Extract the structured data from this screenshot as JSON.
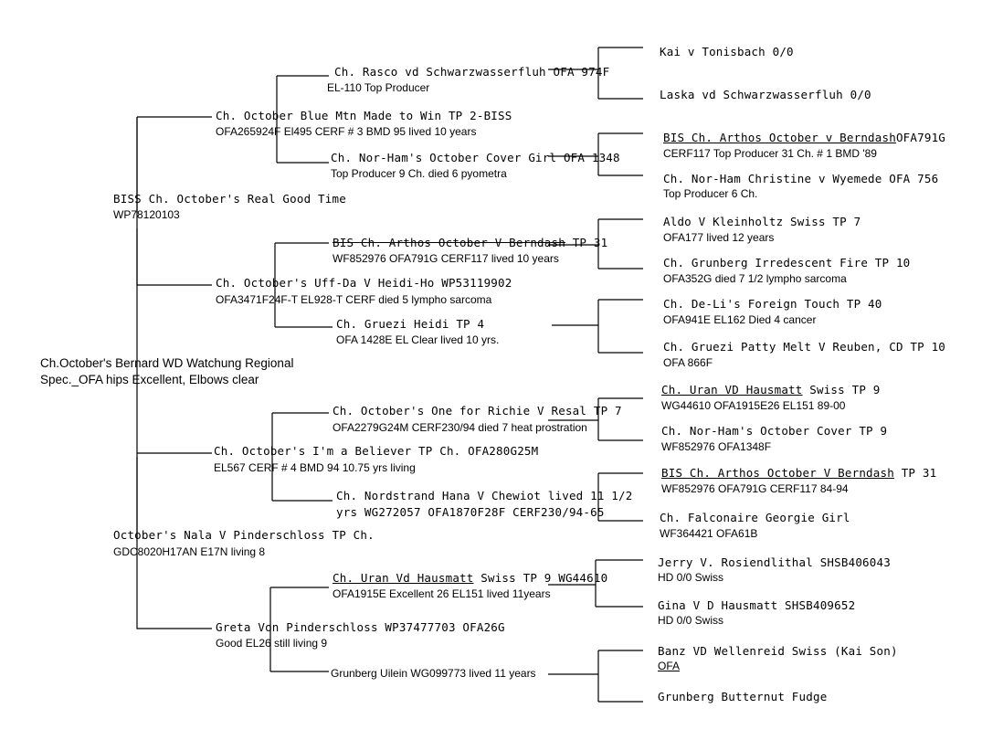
{
  "subject": {
    "name": "Ch.October's Bernard WD Watchung Regional",
    "detail": "Spec._OFA hips Excellent, Elbows clear"
  },
  "sire": {
    "name": "BISS Ch. October's Real Good Time",
    "detail": "WP78120103",
    "sire": {
      "name": "Ch. October Blue Mtn Made to Win TP 2-BISS",
      "detail": "OFA265924F El495 CERF # 3 BMD 95 lived 10 years",
      "sire": {
        "name": "Ch. Rasco vd Schwarzwasserfluh OFA 974F",
        "detail": "EL-110 Top Producer",
        "sire": {
          "name": "Kai v Tonisbach 0/0"
        },
        "dam": {
          "name": "Laska vd Schwarzwasserfluh 0/0"
        }
      },
      "dam": {
        "name": "Ch. Nor-Ham's October Cover Girl OFA 1348",
        "detail": "Top Producer 9 Ch. died 6 pyometra",
        "sire": {
          "name_underlined": "BIS Ch. Arthos October v Berndash",
          "name_rest": "OFA791G",
          "detail": "CERF117 Top Producer 31 Ch. # 1 BMD '89"
        },
        "dam": {
          "name": "Ch. Nor-Ham Christine v Wyemede OFA 756",
          "detail": "Top Producer 6 Ch."
        }
      }
    },
    "dam": {
      "name": "Ch. October's Uff-Da V Heidi-Ho WP53119902",
      "detail": "OFA3471F24F-T EL928-T CERF died 5 lympho sarcoma",
      "sire": {
        "name_underlined": "BIS Ch. Arthos October V Berndash",
        "name_rest": "TP 31",
        "detail": "WF852976 OFA791G CERF117 lived 10 years",
        "sire": {
          "name": "Aldo V Kleinholtz Swiss TP 7",
          "detail": "OFA177 lived 12 years"
        },
        "dam": {
          "name": "Ch. Grunberg Irredescent Fire TP 10",
          "detail": "OFA352G died 7 1/2 lympho sarcoma"
        }
      },
      "dam": {
        "name": "Ch. Gruezi Heidi TP 4",
        "detail": "OFA 1428E EL Clear lived 10 yrs.",
        "sire": {
          "name": "Ch. De-Li's Foreign Touch TP 40",
          "detail": "OFA941E EL162 Died 4 cancer"
        },
        "dam": {
          "name": "Ch. Gruezi Patty Melt V Reuben, CD TP 10",
          "detail": "OFA 866F"
        }
      }
    }
  },
  "dam": {
    "name": "October's Nala V Pinderschloss TP Ch.",
    "detail": "GDC8020H17AN E17N  living 8",
    "sire": {
      "name": "Ch. October's I'm a Believer TP Ch. OFA280G25M",
      "detail": "EL567  CERF # 4 BMD 94 10.75 yrs living",
      "sire": {
        "name": "Ch. October's One for Richie V Resal TP 7",
        "detail": "OFA2279G24M  CERF230/94 died 7 heat prostration",
        "sire": {
          "name_underlined": "Ch. Uran VD Hausmatt",
          "name_rest": "Swiss TP 9",
          "detail": "WG44610 OFA1915E26 EL151 89-00"
        },
        "dam": {
          "name": "Ch. Nor-Ham's October Cover TP 9",
          "detail": "WF852976 OFA1348F"
        }
      },
      "dam": {
        "name": "Ch. Nordstrand Hana V Chewiot lived 11 1/2",
        "detail": "yrs WG272057 OFA1870F28F CERF230/94-65",
        "sire": {
          "name_underlined": "BIS Ch. Arthos October V Berndash",
          "name_rest": "TP 31",
          "detail": "WF852976 OFA791G CERF117 84-94"
        },
        "dam": {
          "name": "Ch. Falconaire Georgie Girl",
          "detail": "WF364421 OFA61B"
        }
      }
    },
    "dam": {
      "name": "Greta Von Pinderschloss WP37477703 OFA26G",
      "detail": "Good EL26  still living 9",
      "sire": {
        "name_underlined": "Ch. Uran Vd Hausmatt",
        "name_rest": "Swiss TP 9 WG44610",
        "detail": "OFA1915E Excellent 26 EL151 lived 11years",
        "sire": {
          "name": "Jerry V. Rosiendlithal SHSB406043",
          "detail": "HD 0/0 Swiss"
        },
        "dam": {
          "name": "Gina V D Hausmatt SHSB409652",
          "detail": "HD 0/0 Swiss"
        }
      },
      "dam": {
        "name": "Grunberg Uilein WG099773 lived 11 years",
        "sire": {
          "name": "Banz VD Wellenreid Swiss (Kai Son)",
          "detail": "OFA"
        },
        "dam": {
          "name": "Grunberg Butternut Fudge"
        }
      }
    }
  }
}
